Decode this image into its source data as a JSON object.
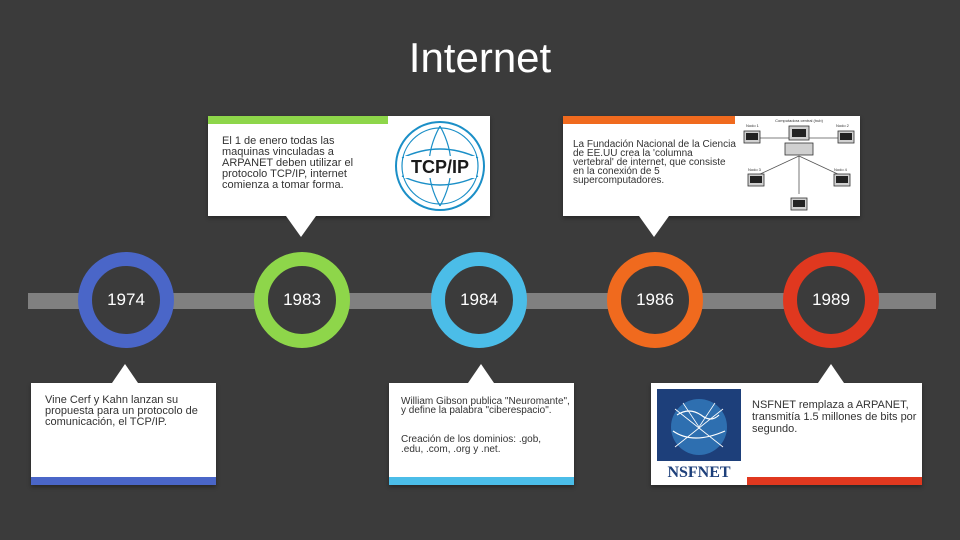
{
  "title": "Internet",
  "colors": {
    "1974": "#4a66c8",
    "1983": "#8ed64a",
    "1984": "#4bbde8",
    "1986": "#f06a1e",
    "1989": "#e0381f"
  },
  "timeline": [
    {
      "year": "1974",
      "text": "Vine Cerf y Kahn lanzan su propuesta para un protocolo de comunicación, el TCP/IP."
    },
    {
      "year": "1983",
      "text": "El 1 de enero todas las maquinas vinculadas a ARPANET deben utilizar el protocolo TCP/IP, internet comienza a tomar forma.",
      "image_label": "TCP/IP"
    },
    {
      "year": "1984",
      "text": "William Gibson publica \"Neuromante\", y define la palabra \"ciberespacio\".",
      "text2": "Creación de los dominios: .gob, .edu, .com, .org y .net."
    },
    {
      "year": "1986",
      "text": "La Fundación Nacional de la Ciencia de EE.UU crea la 'columna vertebral' de internet, que consiste en la conexión de 5 supercomputadores.",
      "image_label": "Computadora central (hub)",
      "nodes": [
        "Nodo 1",
        "Nodo 2",
        "Nodo 3",
        "Nodo 4"
      ]
    },
    {
      "year": "1989",
      "text": "NSFNET remplaza a ARPANET, transmitía 1.5 millones de bits por segundo.",
      "image_label": "NSFNET"
    }
  ]
}
